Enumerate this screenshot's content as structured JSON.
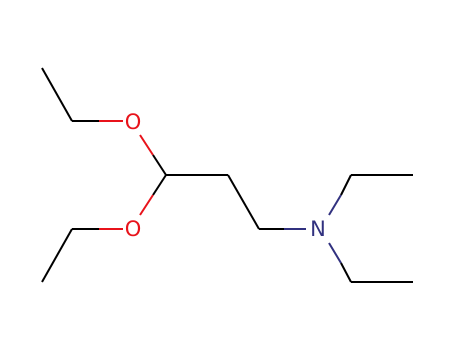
{
  "molecule": {
    "atoms": {
      "o_top": {
        "symbol": "O"
      },
      "o_bottom": {
        "symbol": "O"
      },
      "n": {
        "symbol": "N"
      }
    },
    "colors": {
      "carbon_bond": "#000000",
      "oxygen": "#e8131b",
      "nitrogen": "#31317f"
    }
  }
}
